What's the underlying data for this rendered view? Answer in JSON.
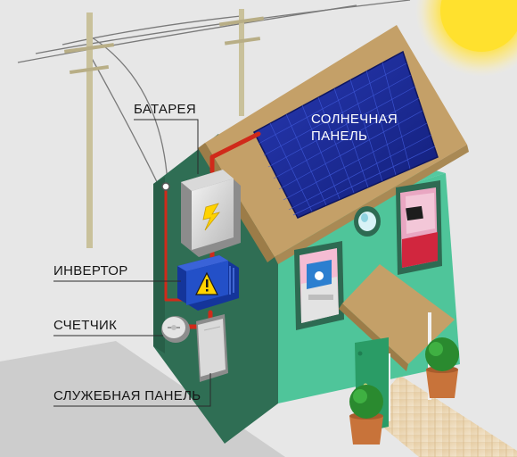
{
  "labels": {
    "battery": "БАТАРЕЯ",
    "solar_panel_line1": "СОЛНЕЧНАЯ",
    "solar_panel_line2": "ПАНЕЛЬ",
    "inverter": "ИНВЕРТОР",
    "meter": "СЧЕТЧИК",
    "service_panel": "СЛУЖЕБНАЯ ПАНЕЛЬ"
  },
  "icons": {
    "battery": "lightning-bolt",
    "inverter": "warning-triangle",
    "meter": "meter-dial",
    "sun": "sun"
  },
  "colors": {
    "background": "#e7e7e7",
    "ground_shadow": "#cfcfcf",
    "house_front": "#4fc59a",
    "house_side": "#2f6e54",
    "roof": "#c4a068",
    "solar_panel": "#1c2d9a",
    "wire": "#d02a1a",
    "sun": "#ffdf3a",
    "path": "#e0c294"
  }
}
